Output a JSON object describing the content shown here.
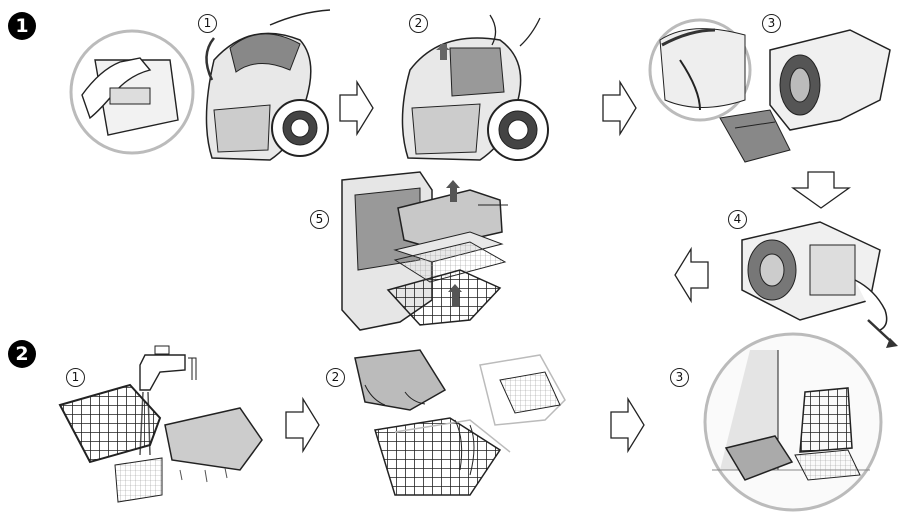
{
  "sections": [
    {
      "number": "1",
      "steps": [
        "1",
        "2",
        "3",
        "4",
        "5"
      ]
    },
    {
      "number": "2",
      "steps": [
        "1",
        "2",
        "3"
      ]
    }
  ]
}
